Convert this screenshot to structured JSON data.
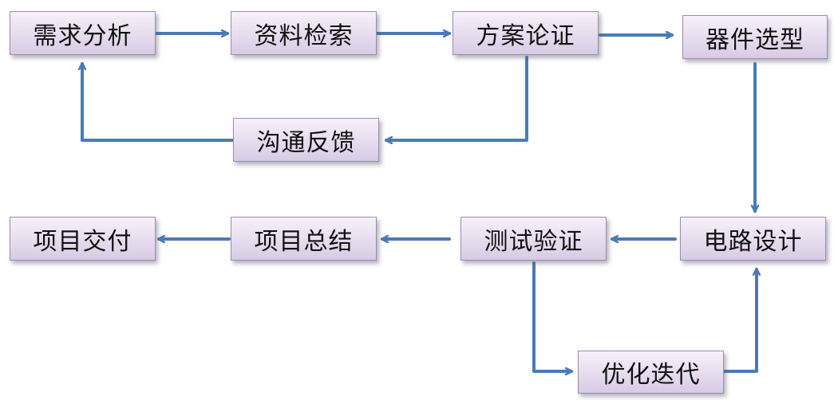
{
  "nodes": {
    "requirement_analysis": "需求分析",
    "literature_search": "资料检索",
    "scheme_demonstration": "方案论证",
    "component_selection": "器件选型",
    "communication_feedback": "沟通反馈",
    "project_delivery": "项目交付",
    "project_summary": "项目总结",
    "test_verification": "测试验证",
    "circuit_design": "电路设计",
    "optimization_iteration": "优化迭代"
  },
  "colors": {
    "arrow": "#4a7ab8",
    "box_border": "#9c8cb4",
    "box_top": "#f6f1fa",
    "box_bottom": "#d8cbe4"
  }
}
